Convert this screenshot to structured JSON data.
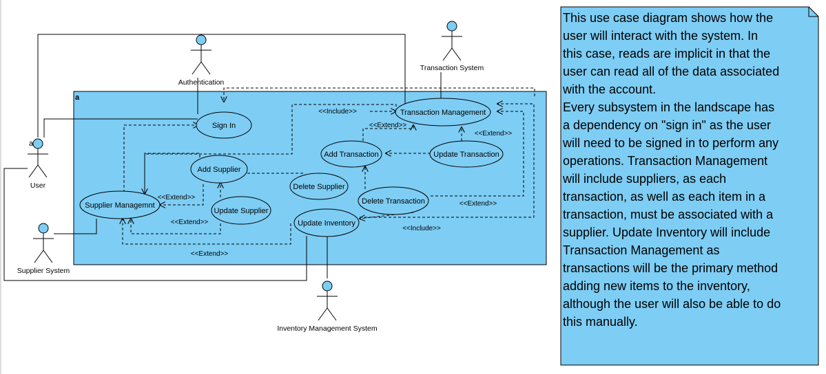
{
  "diagram": {
    "system_boundary": {
      "label": "a",
      "fill": "#7ecdf4"
    },
    "actors": {
      "user": {
        "name": "User",
        "prefix": "a"
      },
      "authentication": {
        "name": "Authentication"
      },
      "transaction_system": {
        "name": "Transaction System"
      },
      "supplier_system": {
        "name": "Supplier System"
      },
      "inventory_system": {
        "name": "Inventory Management System"
      }
    },
    "use_cases": {
      "sign_in": "Sign In",
      "transaction_management": "Transaction Management",
      "add_transaction": "Add Transaction",
      "update_transaction": "Update Transaction",
      "add_supplier": "Add Supplier",
      "delete_supplier": "Delete Supplier",
      "delete_transaction": "Delete Transaction",
      "supplier_management": "Supplier Managemnt",
      "update_supplier": "Update Supplier",
      "update_inventory": "Update Inventory"
    },
    "relationship_labels": {
      "include_top": "<<Include>>",
      "extend_add_transaction": "<<Extend>>",
      "extend_update_transaction": "<<Extend>>",
      "extend_supplier": "<<Extend>>",
      "extend_update_supplier": "<<Extend>>",
      "extend_delete_transaction": "<<Extend>>",
      "include_update_inventory": "<<Include>>",
      "extend_bottom": "<<Extend>>"
    },
    "note": {
      "fill": "#7ecdf4",
      "lines": [
        "This use case diagram shows how the",
        "user will interact with the system. In",
        "this case, reads are implicit in that the",
        "user can read all of the data associated",
        "with the account.",
        "Every subsystem in the landscape has",
        "a dependency on \"sign in\" as the user",
        "will need to be signed in to perform any",
        "operations. Transaction Management",
        "will include suppliers, as each",
        "transaction, as well as each item in a",
        "transaction, must be associated with a",
        "supplier. Update Inventory will include",
        "Transaction Management as",
        "transactions will be the primary method",
        "adding new items to the inventory,",
        "although the user will also be able to do",
        "this manually."
      ]
    },
    "colors": {
      "actor_head": "#7ecdf4",
      "use_case_fill": "#7ecdf4",
      "line": "#000000"
    }
  }
}
